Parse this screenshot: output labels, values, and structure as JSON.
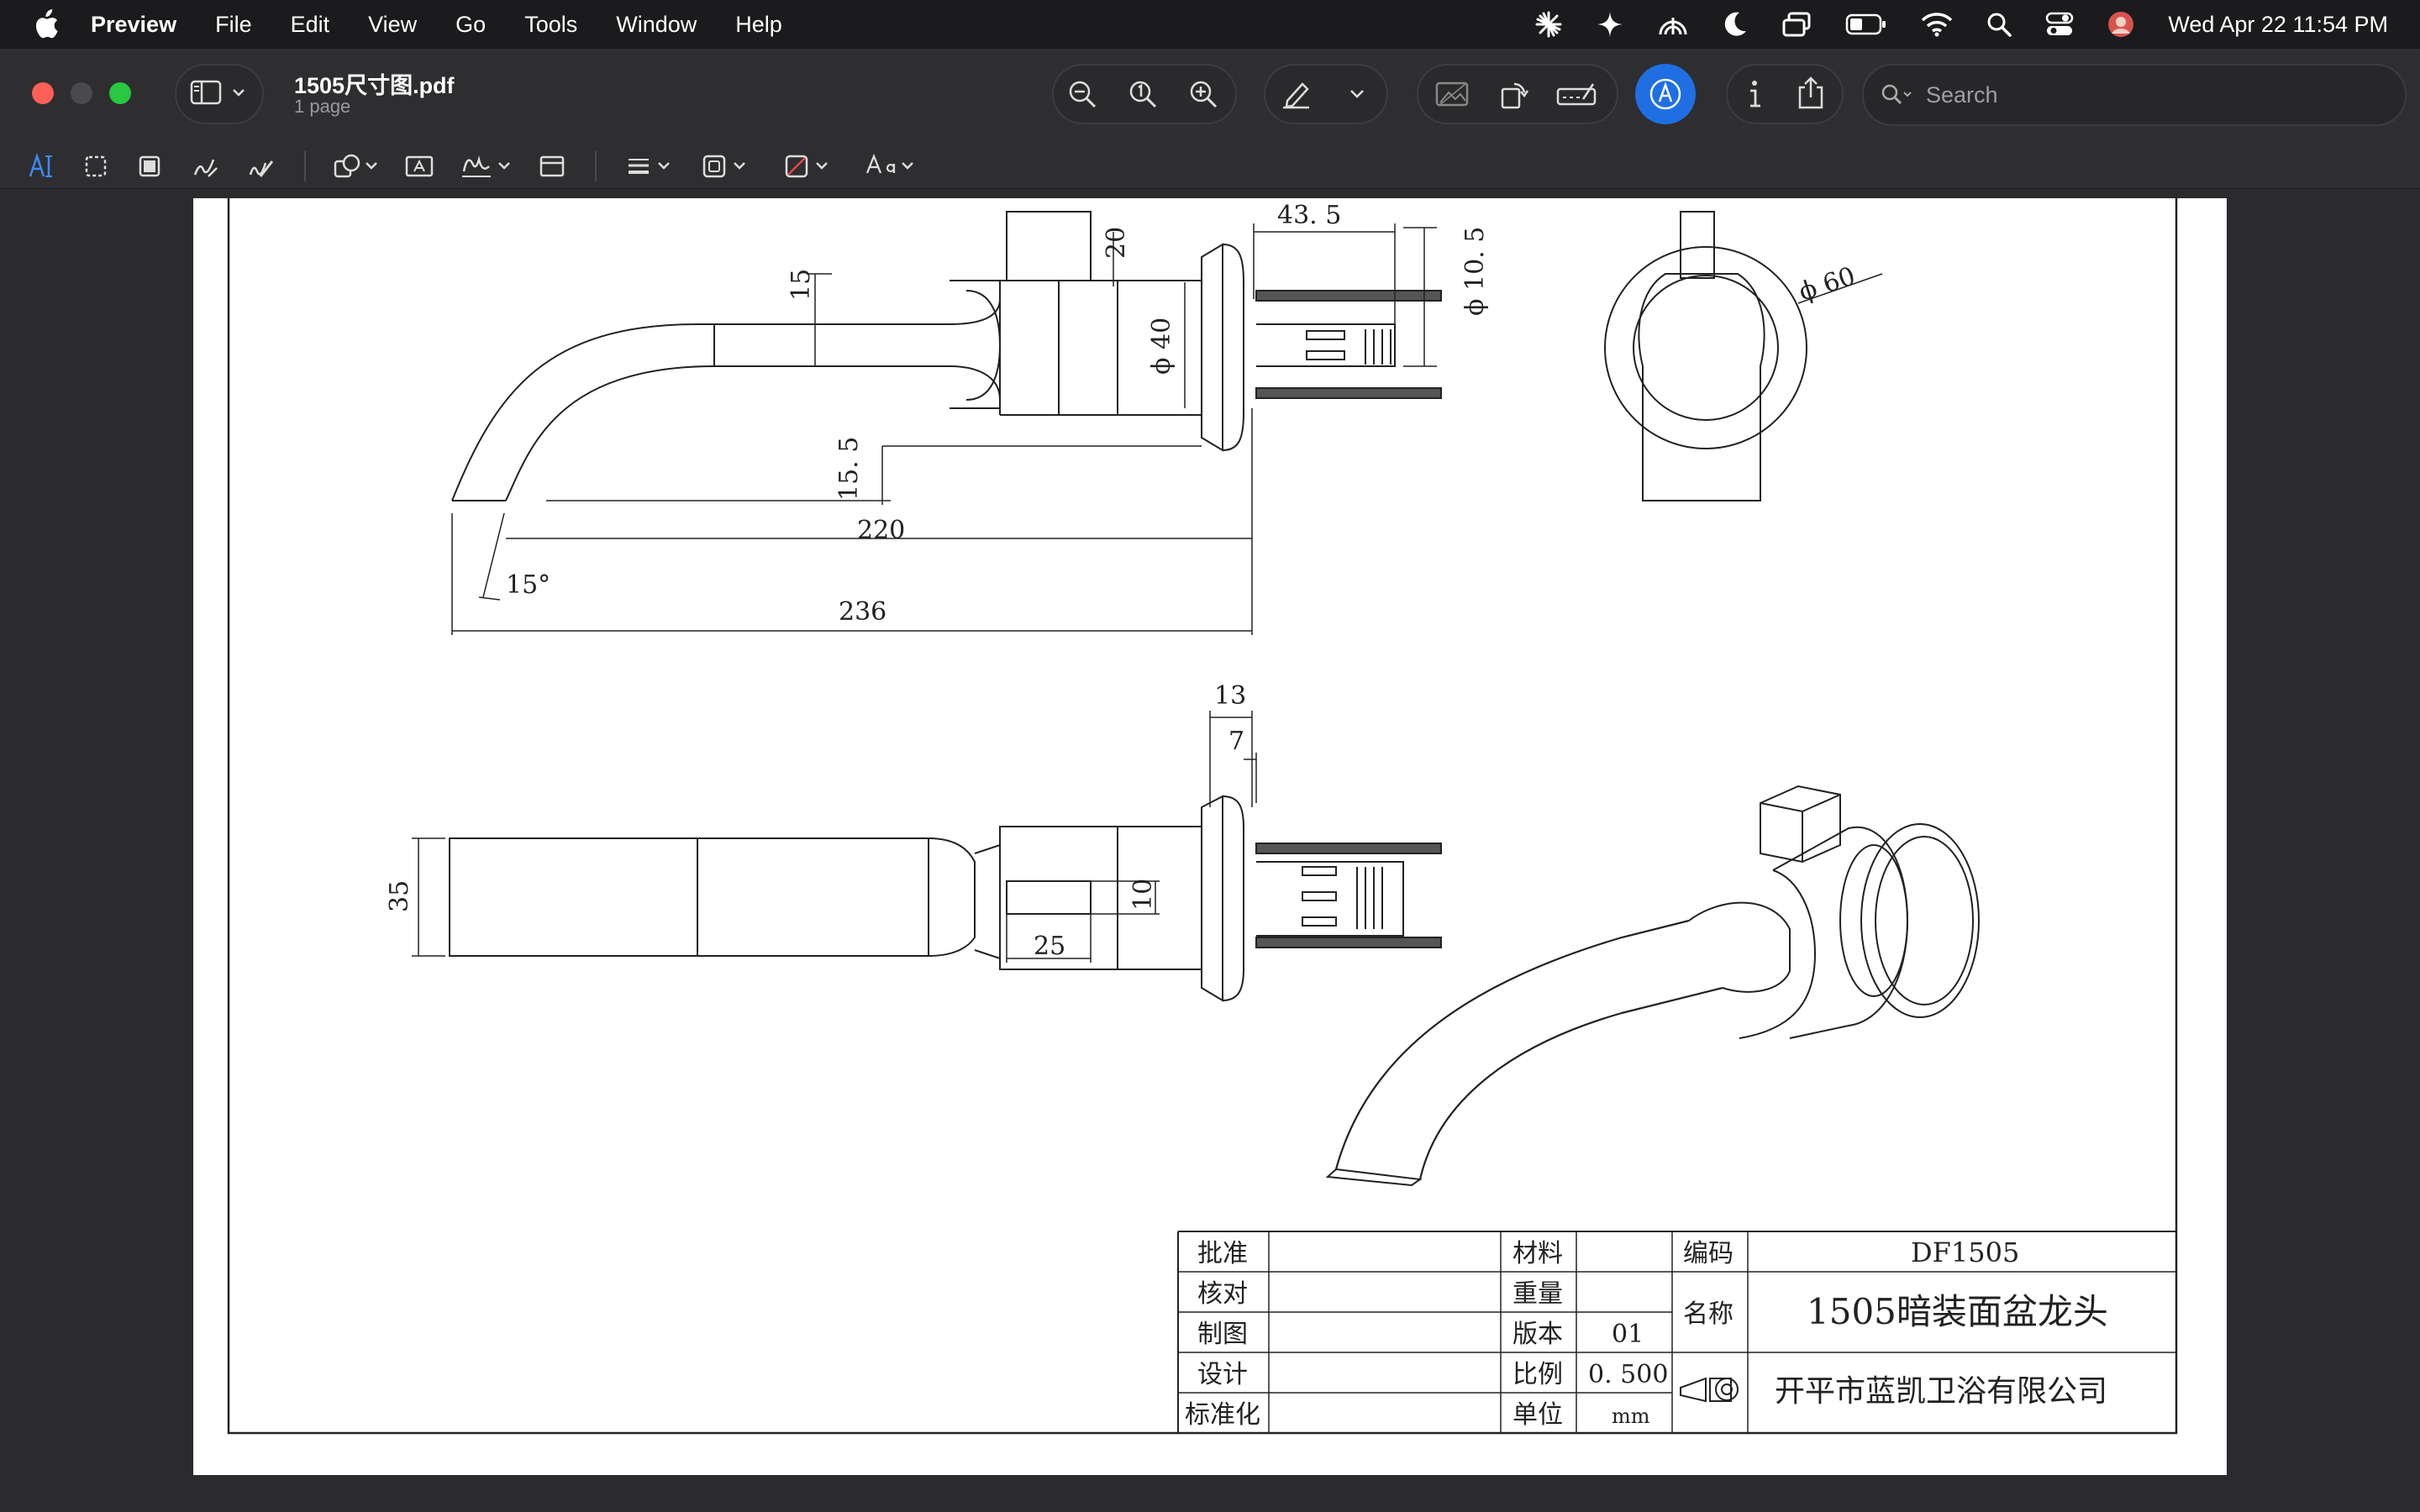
{
  "menubar": {
    "app": "Preview",
    "items": [
      "File",
      "Edit",
      "View",
      "Go",
      "Tools",
      "Window",
      "Help"
    ],
    "clock": "Wed Apr 22  11:54 PM"
  },
  "toolbar": {
    "doc_title": "1505尺寸图.pdf",
    "doc_subtitle": "1 page",
    "search_placeholder": "Search"
  },
  "drawing": {
    "dims": {
      "d435": "43. 5",
      "d20": "20",
      "d105": "ϕ 10. 5",
      "d15": "15",
      "d40": "ϕ 40",
      "d155": "15. 5",
      "d220": "220",
      "d15deg": "15°",
      "d236": "236",
      "d60": "ϕ 60",
      "d13": "13",
      "d7": "7",
      "d35": "35",
      "d10": "10",
      "d25": "25"
    },
    "title_block": {
      "approve": "批准",
      "check": "核对",
      "draw": "制图",
      "design": "设计",
      "standard": "标准化",
      "material": "材料",
      "weight": "重量",
      "version_label": "版本",
      "version": "01",
      "scale_label": "比例",
      "scale": "0. 500",
      "unit_label": "单位",
      "unit": "mm",
      "code_label": "编码",
      "code": "DF1505",
      "name_label": "名称",
      "name": "1505暗装面盆龙头",
      "company": "开平市蓝凯卫浴有限公司"
    }
  }
}
